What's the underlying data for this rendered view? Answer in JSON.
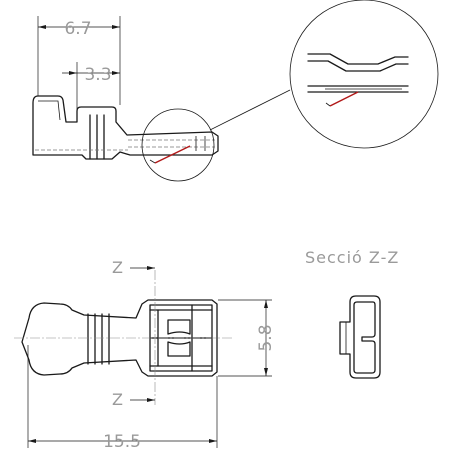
{
  "dimensions": {
    "overall_height": "6.7",
    "crimp_height": "3.3",
    "overall_length": "15.5",
    "width": "5.8"
  },
  "section": {
    "title": "Secció Z-Z",
    "marker_top": "Z",
    "marker_bottom": "Z"
  },
  "colors": {
    "line": "#1a1a1a",
    "text": "#9a9a9a",
    "accent": "#b21a1a"
  }
}
